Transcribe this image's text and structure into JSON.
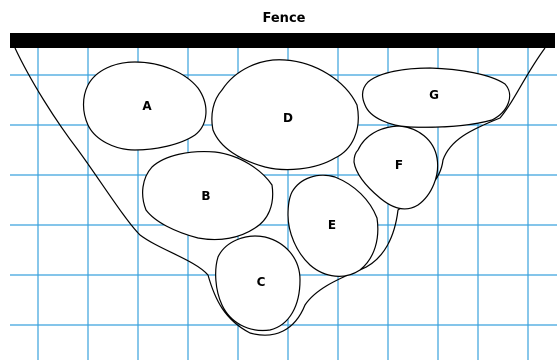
{
  "title": "Fence",
  "colors": {
    "grid": "#3aa2dd",
    "fence": "#000000",
    "stone_fill": "#ffffff",
    "outline": "#000000",
    "background": "#ffffff"
  },
  "stones": [
    {
      "id": "A",
      "label": "A"
    },
    {
      "id": "B",
      "label": "B"
    },
    {
      "id": "C",
      "label": "C"
    },
    {
      "id": "D",
      "label": "D"
    },
    {
      "id": "E",
      "label": "E"
    },
    {
      "id": "F",
      "label": "F"
    },
    {
      "id": "G",
      "label": "G"
    }
  ]
}
